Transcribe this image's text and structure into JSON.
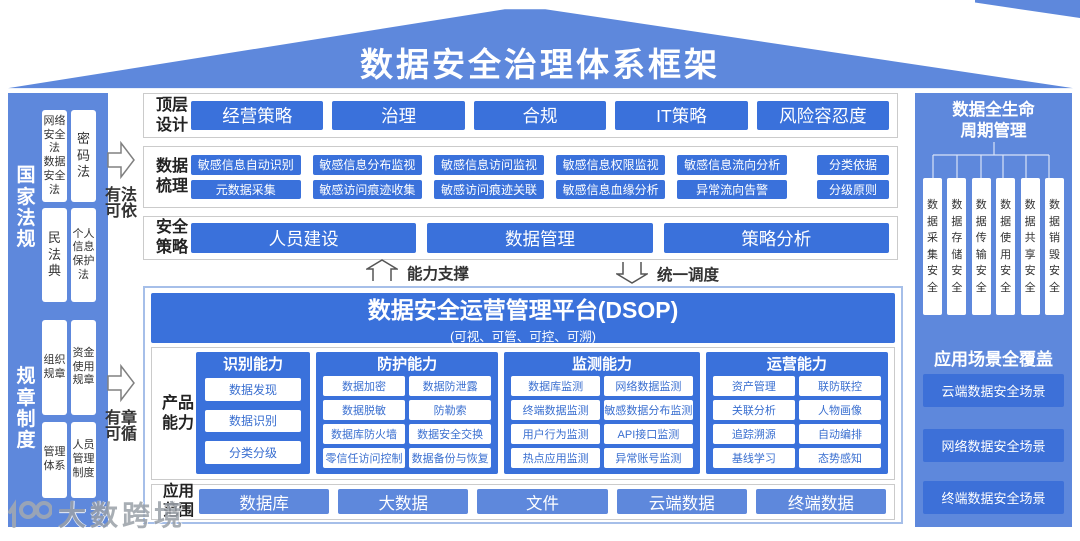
{
  "page": {
    "title": "数据安全治理体系框架",
    "watermark": "大数跨境"
  },
  "colors": {
    "blue_light": "#5E88DC",
    "blue_bright": "#3A71DB",
    "blue_scenario": "#3D70D8",
    "box_text_blue": "#3A6FD0"
  },
  "left": {
    "laws": {
      "label": "国家法规",
      "boxes": [
        "网络安全法\n数据安全法",
        "密码法",
        "民法典",
        "个人信息保护法"
      ]
    },
    "rules": {
      "label": "规章制度",
      "boxes": [
        "组织规章",
        "资金使用规章",
        "管理体系",
        "人员管理制度"
      ]
    },
    "arrow_top_label": "有法可依",
    "arrow_bottom_label": "有章可循"
  },
  "rows": {
    "top_design": {
      "label": "顶层设计",
      "boxes": [
        "经营策略",
        "治理",
        "合规",
        "IT策略",
        "风险容忍度"
      ]
    },
    "data_sorting": {
      "label": "数据梳理",
      "row1": [
        "敏感信息自动识别",
        "敏感信息分布监视",
        "敏感信息访问监视",
        "敏感信息权限监视",
        "敏感信息流向分析",
        "分类依据"
      ],
      "row2": [
        "元数据采集",
        "敏感访问痕迹收集",
        "敏感访问痕迹关联",
        "敏感信息血缘分析",
        "异常流向告警",
        "分级原则"
      ]
    },
    "security_strategy": {
      "label": "安全策略",
      "boxes": [
        "人员建设",
        "数据管理",
        "策略分析"
      ]
    }
  },
  "mid_arrows": {
    "up_label": "能力支撑",
    "down_label": "统一调度"
  },
  "dsop": {
    "title": "数据安全运营管理平台(DSOP)",
    "subtitle": "(可视、可管、可控、可溯)",
    "product": {
      "label": "产品能力",
      "columns": [
        {
          "title": "识别能力",
          "items": [
            "数据发现",
            "数据识别",
            "分类分级"
          ]
        },
        {
          "title": "防护能力",
          "items": [
            "数据加密",
            "数据防泄露",
            "数据脱敏",
            "防勒索",
            "数据库防火墙",
            "数据安全交换",
            "零信任访问控制",
            "数据备份与恢复"
          ]
        },
        {
          "title": "监测能力",
          "items": [
            "数据库监测",
            "网络数据监测",
            "终端数据监测",
            "敏感数据分布监测",
            "用户行为监测",
            "API接口监测",
            "热点应用监测",
            "异常账号监测"
          ]
        },
        {
          "title": "运营能力",
          "items": [
            "资产管理",
            "联防联控",
            "关联分析",
            "人物画像",
            "追踪溯源",
            "自动编排",
            "基线学习",
            "态势感知"
          ]
        }
      ]
    },
    "scope": {
      "label": "应用范围",
      "boxes": [
        "数据库",
        "大数据",
        "文件",
        "云端数据",
        "终端数据"
      ]
    }
  },
  "sidebar": {
    "lifecycle": {
      "title": "数据全生命\n周期管理",
      "bars": [
        "数据采集安全",
        "数据存储安全",
        "数据传输安全",
        "数据使用安全",
        "数据共享安全",
        "数据销毁安全"
      ]
    },
    "scenarios": {
      "title": "应用场景全覆盖",
      "boxes": [
        "云端数据安全场景",
        "网络数据安全场景",
        "终端数据安全场景"
      ]
    }
  }
}
